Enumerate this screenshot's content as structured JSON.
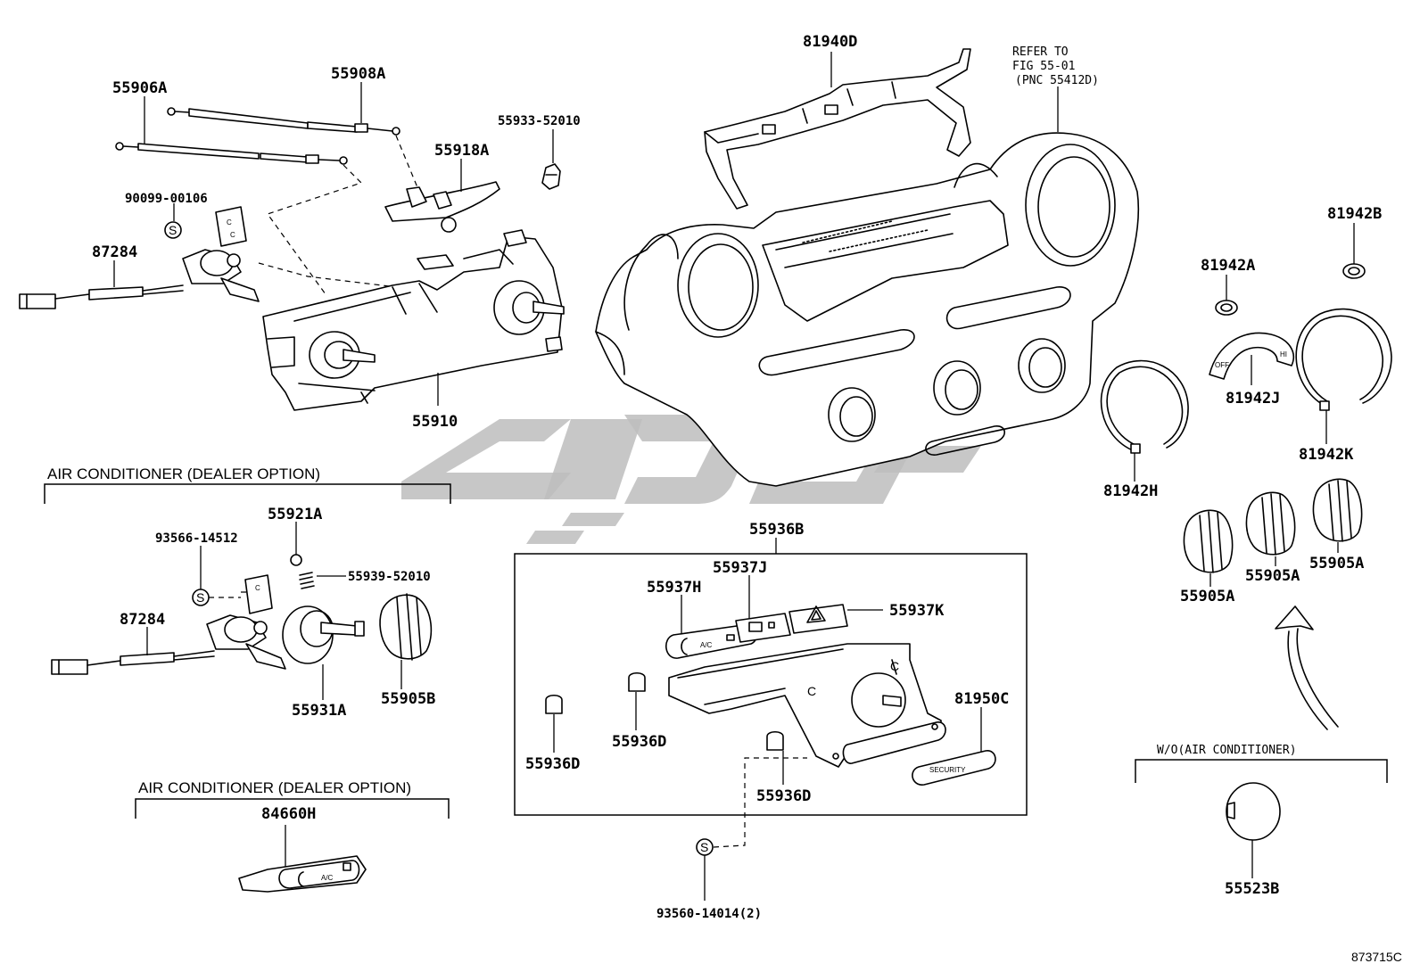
{
  "labels": {
    "p55906A": "55906A",
    "p55908A": "55908A",
    "p55933": "55933-52010",
    "p55918A": "55918A",
    "p90099": "90099-00106",
    "p87284a": "87284",
    "p55910": "55910",
    "p81940D": "81940D",
    "refer1": "REFER TO",
    "refer2": "FIG 55-01",
    "refer3": "(PNC 55412D)",
    "p81942B": "81942B",
    "p81942A": "81942A",
    "p81942J": "81942J",
    "p81942K": "81942K",
    "p81942H": "81942H",
    "p55936B": "55936B",
    "p55937J": "55937J",
    "p55937H": "55937H",
    "p55937K": "55937K",
    "p81950C": "81950C",
    "p55936D1": "55936D",
    "p55936D2": "55936D",
    "p55936D3": "55936D",
    "p55921A": "55921A",
    "p93566": "93566-14512",
    "p55939": "55939-52010",
    "p87284b": "87284",
    "p55931A": "55931A",
    "p55905B": "55905B",
    "p84660H": "84660H",
    "p93560": "93560-14014(2)",
    "p55905A1": "55905A",
    "p55905A2": "55905A",
    "p55905A3": "55905A",
    "p55523B": "55523B",
    "figno": "873715C"
  },
  "sections": {
    "ac1": "AIR CONDITIONER (DEALER OPTION)",
    "ac2": "AIR CONDITIONER (DEALER OPTION)",
    "wo": "W/O(AIR CONDITIONER)"
  },
  "part_markings": {
    "ac_button": "A/C",
    "security": "SECURITY",
    "off": "OFF",
    "hi": "HI",
    "ac_small": "A/C",
    "c1": "C",
    "c2": "C",
    "c3": "C",
    "s1": "S",
    "s2": "S",
    "s3": "S"
  },
  "colors": {
    "ink": "#000000",
    "watermark": "#bdbdbd",
    "background": "#ffffff"
  }
}
